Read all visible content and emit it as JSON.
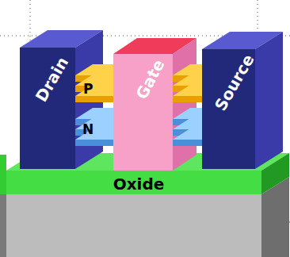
{
  "diagram": {
    "nodes": [
      {
        "text": [
          "Drain"
        ]
      },
      {
        "text": [
          "Gate"
        ]
      },
      {
        "text": [
          "Source"
        ]
      },
      {
        "text": [
          "Oxide"
        ]
      }
    ],
    "labels": [
      "P",
      "N"
    ]
  }
}
